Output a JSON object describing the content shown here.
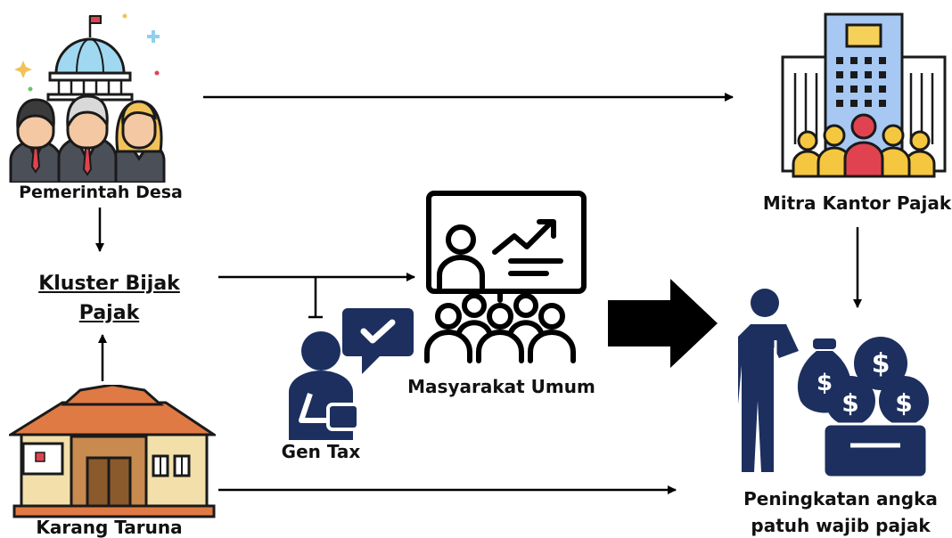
{
  "nodes": {
    "pemerintah_desa": {
      "label": "Pemerintah Desa"
    },
    "kluster": {
      "label_line1": "Kluster Bijak",
      "label_line2": "Pajak"
    },
    "karang_taruna": {
      "label": "Karang Taruna"
    },
    "gen_tax": {
      "label": "Gen Tax"
    },
    "masyarakat_umum": {
      "label": "Masyarakat Umum"
    },
    "mitra_kantor_pajak": {
      "label": "Mitra Kantor Pajak"
    },
    "peningkatan": {
      "label_line1": "Peningkatan angka",
      "label_line2": "patuh wajib pajak"
    }
  },
  "icons": {
    "pemerintah_desa": "government-people-icon",
    "karang_taruna": "village-hall-icon",
    "gen_tax": "person-chat-check-icon",
    "masyarakat_umum": "audience-presentation-icon",
    "mitra_kantor_pajak": "tax-office-building-icon",
    "peningkatan": "person-money-bags-icon"
  },
  "colors": {
    "navy": "#1c2f5e",
    "black": "#000000",
    "outline": "#1a1a1a",
    "dome_blue": "#9fd8f0",
    "suit_gray": "#4a4f58",
    "skin": "#f3c8a2",
    "blonde": "#f2c25a",
    "roof_orange": "#e07a45",
    "wall_cream": "#f3dfaa",
    "building_blue": "#a6c8f2",
    "window_yellow": "#f5d15a",
    "crowd_yellow": "#f5c740",
    "crowd_red": "#e0434f"
  }
}
